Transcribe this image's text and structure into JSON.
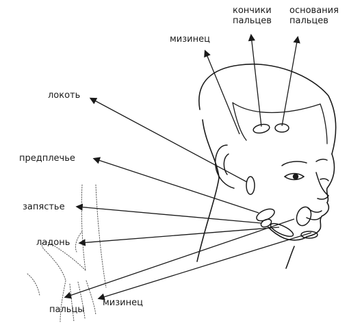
{
  "labels": {
    "fingertips": "кончики\nпальцев",
    "finger_bases": "основания\nпальцев",
    "little_finger_top": "мизинец",
    "elbow": "локоть",
    "forearm": "предплечье",
    "wrist": "запястье",
    "palm": "ладонь",
    "fingers": "пальцы",
    "little_finger_bottom": "мизинец"
  },
  "colors": {
    "ink": "#1a1a1a",
    "hand_outline": "#555555"
  }
}
